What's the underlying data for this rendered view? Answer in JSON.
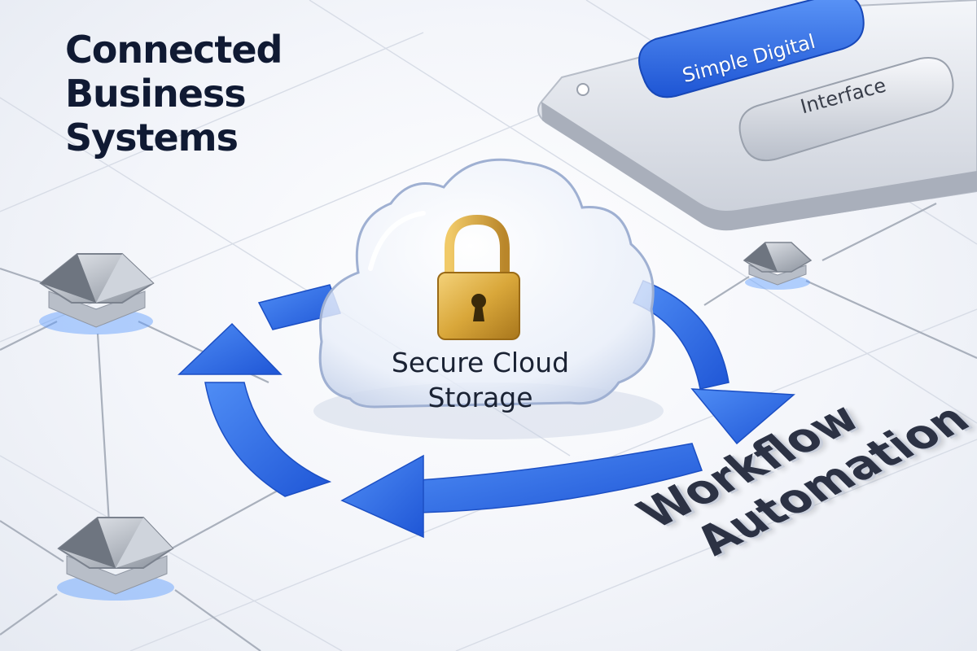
{
  "headline": {
    "lines": [
      "Connected",
      "Business",
      "Systems"
    ]
  },
  "cloud": {
    "label_lines": [
      "Secure Cloud",
      "Storage"
    ],
    "icon": "padlock-icon"
  },
  "panel": {
    "primary_pill": "Simple Digital",
    "secondary_pill": "Interface"
  },
  "workflow": {
    "lines": [
      "Workflow",
      "Automation"
    ]
  },
  "colors": {
    "accent_blue": "#2f6fe0",
    "headline_text": "#101a33",
    "gold": "#d9a73a",
    "metal": "#aeb4bf"
  }
}
